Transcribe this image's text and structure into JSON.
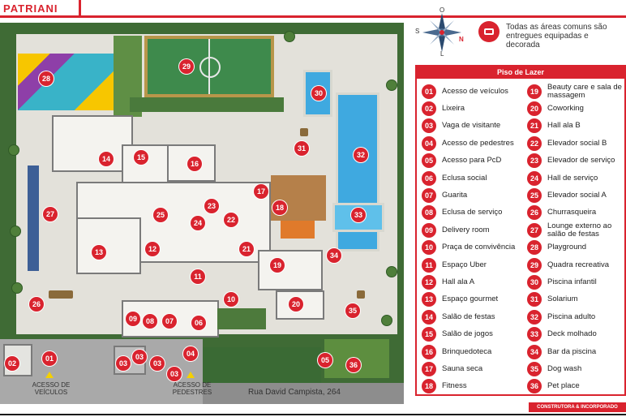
{
  "brand": "PATRIANI",
  "note_text": "Todas as áreas comuns são entregues equipadas e decorada",
  "compass": {
    "s": "S",
    "o": "O",
    "n": "N",
    "l": "L"
  },
  "legend": {
    "title": "Piso de Lazer",
    "items": [
      {
        "num": "01",
        "label": "Acesso de veículos"
      },
      {
        "num": "02",
        "label": "Lixeira"
      },
      {
        "num": "03",
        "label": "Vaga de visitante"
      },
      {
        "num": "04",
        "label": "Acesso de pedestres"
      },
      {
        "num": "05",
        "label": "Acesso para PcD"
      },
      {
        "num": "06",
        "label": "Eclusa social"
      },
      {
        "num": "07",
        "label": "Guarita"
      },
      {
        "num": "08",
        "label": "Eclusa de serviço"
      },
      {
        "num": "09",
        "label": "Delivery room"
      },
      {
        "num": "10",
        "label": "Praça de convivência"
      },
      {
        "num": "11",
        "label": "Espaço Uber"
      },
      {
        "num": "12",
        "label": "Hall ala A"
      },
      {
        "num": "13",
        "label": "Espaço gourmet"
      },
      {
        "num": "14",
        "label": "Salão de festas"
      },
      {
        "num": "15",
        "label": "Salão de jogos"
      },
      {
        "num": "16",
        "label": "Brinquedoteca"
      },
      {
        "num": "17",
        "label": "Sauna seca"
      },
      {
        "num": "18",
        "label": "Fitness"
      },
      {
        "num": "19",
        "label": "Beauty care e sala de massagem"
      },
      {
        "num": "20",
        "label": "Coworking"
      },
      {
        "num": "21",
        "label": "Hall ala B"
      },
      {
        "num": "22",
        "label": "Elevador social B"
      },
      {
        "num": "23",
        "label": "Elevador de serviço"
      },
      {
        "num": "24",
        "label": "Hall de serviço"
      },
      {
        "num": "25",
        "label": "Elevador social A"
      },
      {
        "num": "26",
        "label": "Churrasqueira"
      },
      {
        "num": "27",
        "label": "Lounge externo ao salão de festas"
      },
      {
        "num": "28",
        "label": "Playground"
      },
      {
        "num": "29",
        "label": "Quadra recreativa"
      },
      {
        "num": "30",
        "label": "Piscina infantil"
      },
      {
        "num": "31",
        "label": "Solarium"
      },
      {
        "num": "32",
        "label": "Piscina adulto"
      },
      {
        "num": "33",
        "label": "Deck molhado"
      },
      {
        "num": "34",
        "label": "Bar da piscina"
      },
      {
        "num": "35",
        "label": "Dog wash"
      },
      {
        "num": "36",
        "label": "Pet place"
      }
    ]
  },
  "map": {
    "markers": [
      "01",
      "02",
      "03",
      "03",
      "03",
      "03",
      "04",
      "05",
      "06",
      "07",
      "08",
      "09",
      "10",
      "11",
      "12",
      "13",
      "14",
      "15",
      "16",
      "17",
      "18",
      "19",
      "20",
      "21",
      "22",
      "23",
      "24",
      "25",
      "26",
      "27",
      "28",
      "29",
      "30",
      "31",
      "32",
      "33",
      "34",
      "35",
      "36"
    ],
    "vehicle_access_label": "ACESSO DE VEÍCULOS",
    "pedestrian_access_label": "ACESSO DE PEDESTRES",
    "street_name": "Rua David Campista, 264"
  },
  "footer": "CONSTRUTORA & INCORPORADO",
  "colors": {
    "accent": "#d9232e",
    "pool": "#3fa9e0",
    "garden": "#3f6b35"
  }
}
